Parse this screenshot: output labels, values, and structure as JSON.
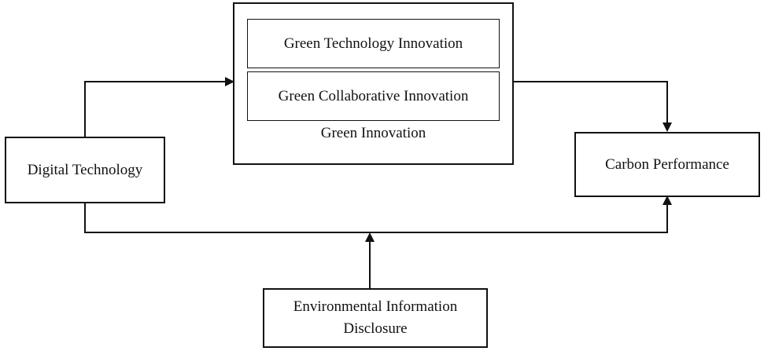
{
  "diagram": {
    "nodes": {
      "digital_technology": "Digital Technology",
      "green_innovation": "Green Innovation",
      "green_technology_innovation": "Green Technology Innovation",
      "green_collaborative_innovation": "Green Collaborative Innovation",
      "carbon_performance": "Carbon Performance",
      "environmental_information_disclosure": [
        "Environmental Information",
        "Disclosure"
      ]
    },
    "edges": [
      {
        "from": "digital_technology",
        "to": "green_innovation"
      },
      {
        "from": "green_innovation",
        "to": "carbon_performance"
      },
      {
        "from": "digital_technology",
        "to": "carbon_performance"
      },
      {
        "from": "environmental_information_disclosure",
        "to": "digital_technology-carbon_performance path"
      }
    ],
    "colors": {
      "stroke": "#111111",
      "background": "#ffffff"
    }
  }
}
